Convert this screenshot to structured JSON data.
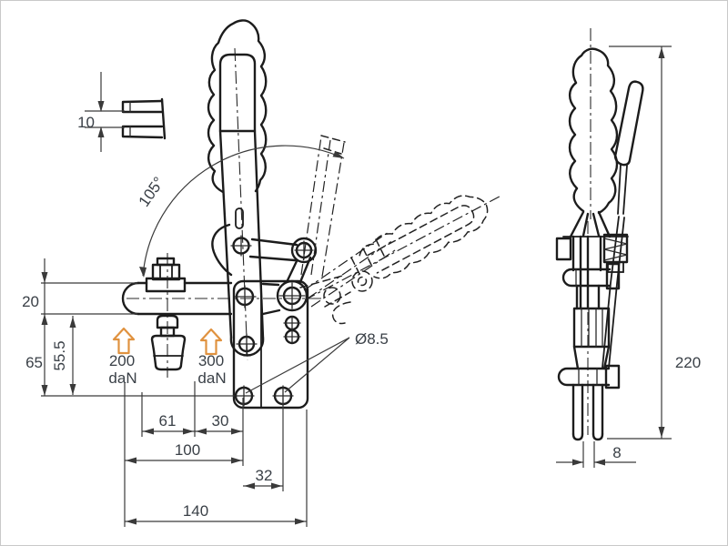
{
  "colors": {
    "background": "#ffffff",
    "part_line": "#1c1c1c",
    "dimension_line": "#3a3a3a",
    "label_text": "#3a4047",
    "force_arrow": "#E0923F"
  },
  "detail_view": {
    "slot_width": "10"
  },
  "front_view": {
    "angle_label": "105°",
    "dim_arm_height": "20",
    "dim_base_height": "65",
    "dim_pad_height": "55.5",
    "dim_61": "61",
    "dim_30": "30",
    "dim_100": "100",
    "dim_32": "32",
    "dim_140": "140",
    "hole_diameter": "Ø8.5",
    "force_left": {
      "value": "200",
      "unit": "daN"
    },
    "force_right": {
      "value": "300",
      "unit": "daN"
    }
  },
  "side_view": {
    "dim_total_height": "220",
    "dim_bar_width": "8"
  }
}
